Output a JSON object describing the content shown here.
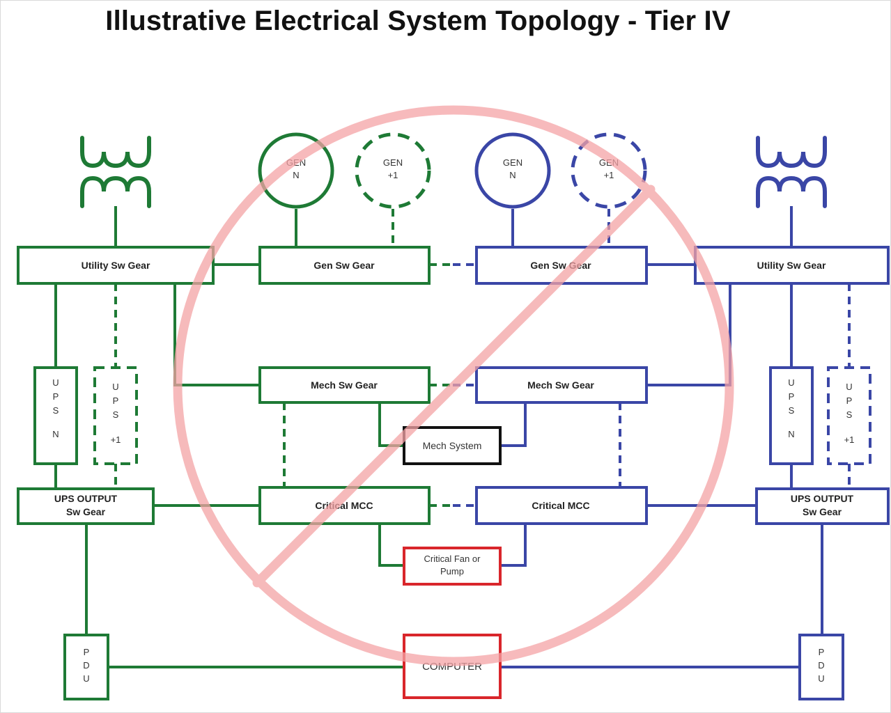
{
  "title": "Illustrative Electrical System Topology - Tier IV",
  "colors": {
    "side_a": "#1e7a35",
    "side_b": "#3a46a6",
    "mech": "#111111",
    "critical": "#d9262b",
    "prohibition": "#f4a3a5"
  },
  "icons": {
    "transformer": "transformer-icon",
    "prohibition": "prohibition-icon"
  },
  "nodes": {
    "left_transformer": "",
    "right_transformer": "",
    "gen_a_n": {
      "l1": "GEN",
      "l2": "N"
    },
    "gen_a_plus1": {
      "l1": "GEN",
      "l2": "+1"
    },
    "gen_b_n": {
      "l1": "GEN",
      "l2": "N"
    },
    "gen_b_plus1": {
      "l1": "GEN",
      "l2": "+1"
    },
    "utility_swgear_a": "Utility Sw Gear",
    "gen_swgear_a": "Gen Sw Gear",
    "gen_swgear_b": "Gen Sw Gear",
    "utility_swgear_b": "Utility Sw Gear",
    "ups_a_n": {
      "letters": [
        "U",
        "P",
        "S"
      ],
      "suffix": "N"
    },
    "ups_a_plus1": {
      "letters": [
        "U",
        "P",
        "S"
      ],
      "suffix": "+1"
    },
    "ups_b_n": {
      "letters": [
        "U",
        "P",
        "S"
      ],
      "suffix": "N"
    },
    "ups_b_plus1": {
      "letters": [
        "U",
        "P",
        "S"
      ],
      "suffix": "+1"
    },
    "mech_swgear_a": "Mech Sw Gear",
    "mech_swgear_b": "Mech Sw Gear",
    "mech_system": "Mech System",
    "ups_output_a": {
      "l1": "UPS OUTPUT",
      "l2": "Sw Gear"
    },
    "ups_output_b": {
      "l1": "UPS OUTPUT",
      "l2": "Sw Gear"
    },
    "critical_mcc_a": "Critical MCC",
    "critical_mcc_b": "Critical MCC",
    "critical_fan_pump": {
      "l1": "Critical Fan or",
      "l2": "Pump"
    },
    "pdu_a": [
      "P",
      "D",
      "U"
    ],
    "pdu_b": [
      "P",
      "D",
      "U"
    ],
    "computer": "COMPUTER"
  }
}
